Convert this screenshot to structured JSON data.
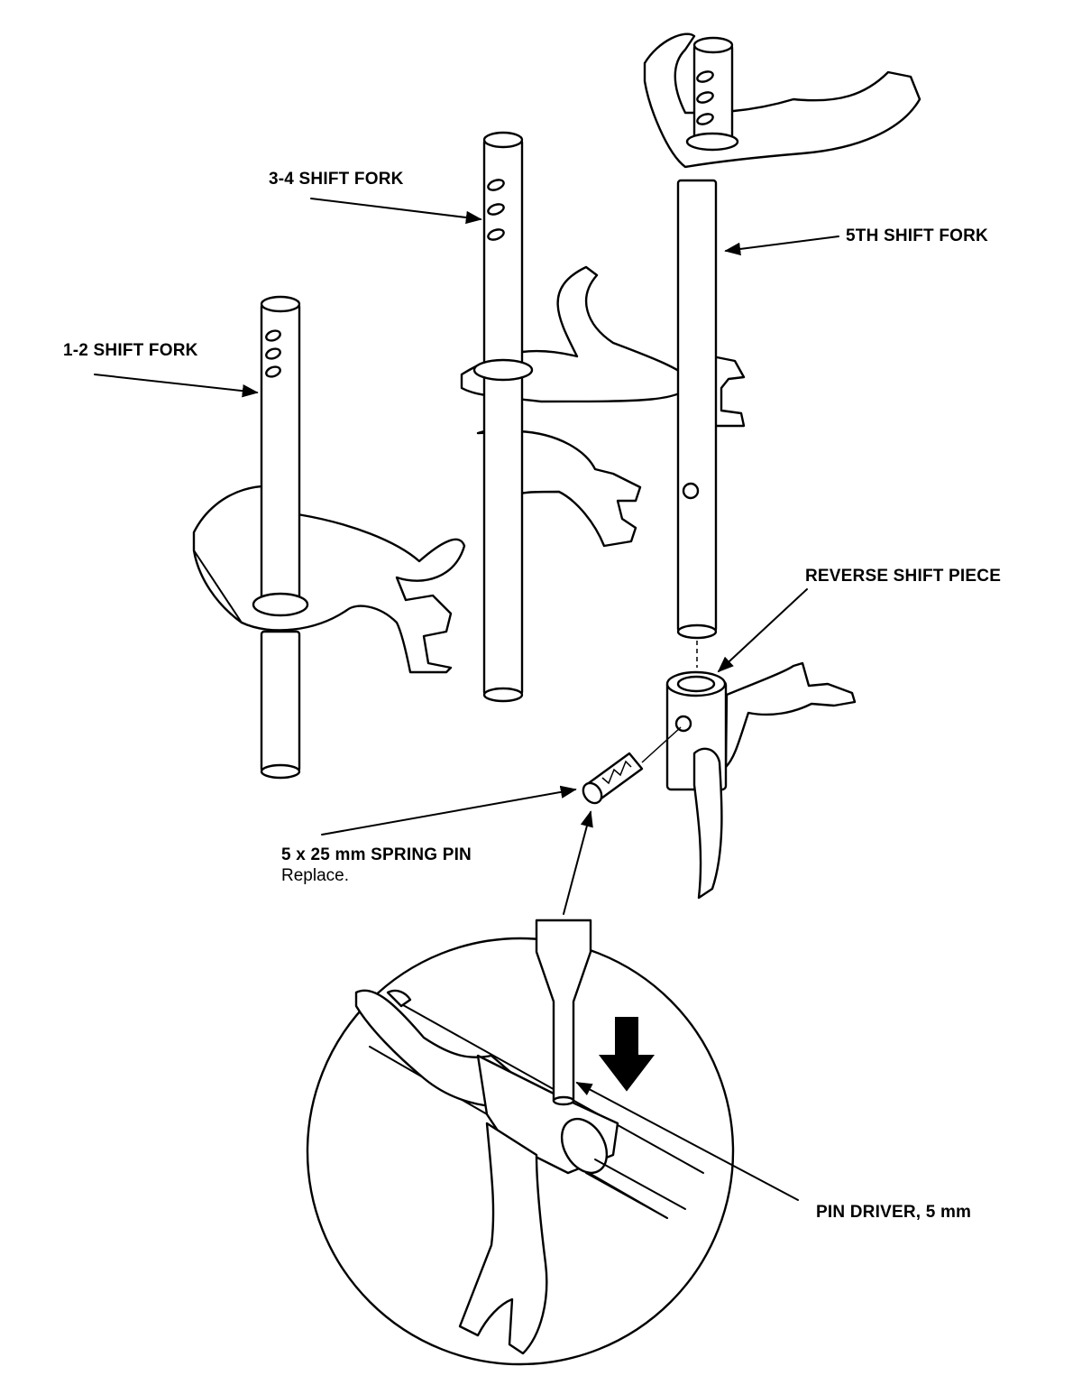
{
  "labels": {
    "fork_12": "1-2 SHIFT FORK",
    "fork_34": "3-4 SHIFT FORK",
    "fork_5th": "5TH SHIFT FORK",
    "reverse_piece": "REVERSE SHIFT PIECE",
    "spring_pin": "5 x 25 mm SPRING PIN",
    "spring_pin_note": "Replace.",
    "pin_driver": "PIN DRIVER, 5 mm"
  },
  "colors": {
    "ink": "#000000",
    "paper": "#ffffff"
  }
}
